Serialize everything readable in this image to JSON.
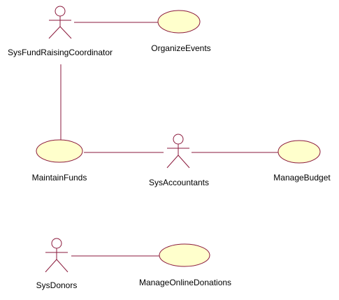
{
  "colors": {
    "line": "#8b1a3c",
    "usecase_fill": "#ffffcc",
    "background": "#ffffff",
    "text": "#000000"
  },
  "actors": {
    "fundraising_coordinator": {
      "label": "SysFundRaisingCoordinator"
    },
    "accountants": {
      "label": "SysAccountants"
    },
    "donors": {
      "label": "SysDonors"
    }
  },
  "usecases": {
    "organize_events": {
      "label": "OrganizeEvents"
    },
    "maintain_funds": {
      "label": "MaintainFunds"
    },
    "manage_budget": {
      "label": "ManageBudget"
    },
    "manage_online_donations": {
      "label": "ManageOnlineDonations"
    }
  },
  "associations": [
    [
      "fundraising_coordinator",
      "organize_events"
    ],
    [
      "fundraising_coordinator",
      "maintain_funds"
    ],
    [
      "maintain_funds",
      "accountants"
    ],
    [
      "accountants",
      "manage_budget"
    ],
    [
      "donors",
      "manage_online_donations"
    ]
  ]
}
